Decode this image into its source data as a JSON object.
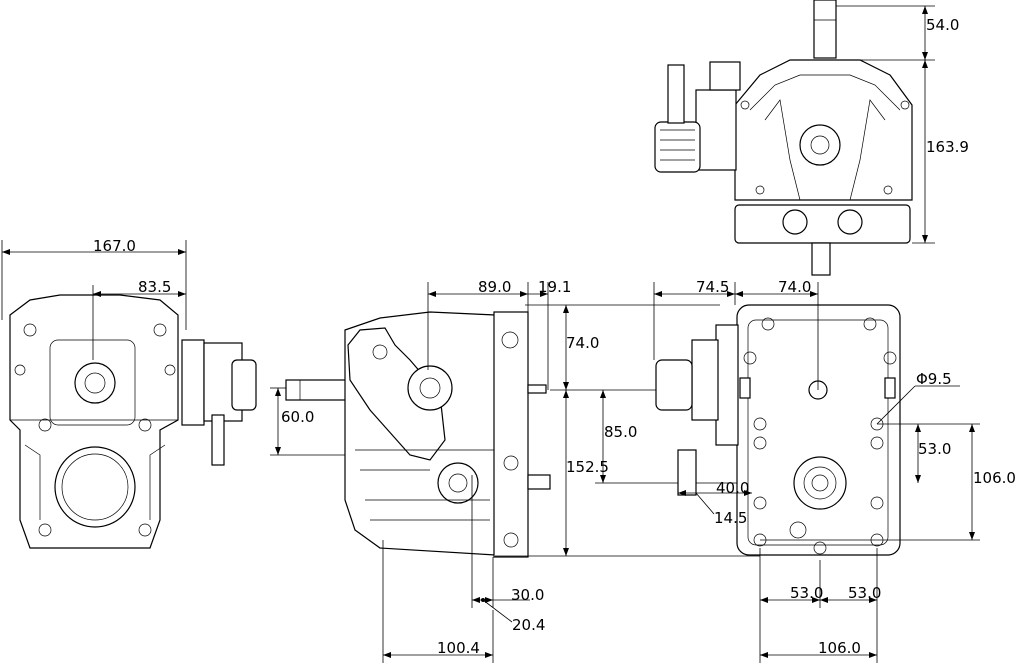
{
  "views": {
    "top_view": {
      "dimensions": [
        "54.0",
        "163.9"
      ]
    },
    "front_view": {
      "dimensions": [
        "167.0",
        "83.5"
      ]
    },
    "side_view": {
      "dimensions": [
        "89.0",
        "19.1",
        "74.0",
        "60.0",
        "152.5",
        "85.0",
        "30.0",
        "20.4",
        "100.4"
      ]
    },
    "rear_view": {
      "dimensions": [
        "74.5",
        "74.0",
        "Φ9.5",
        "53.0",
        "106.0",
        "40.0",
        "14.5",
        "53.0",
        "53.0",
        "106.0"
      ]
    }
  }
}
